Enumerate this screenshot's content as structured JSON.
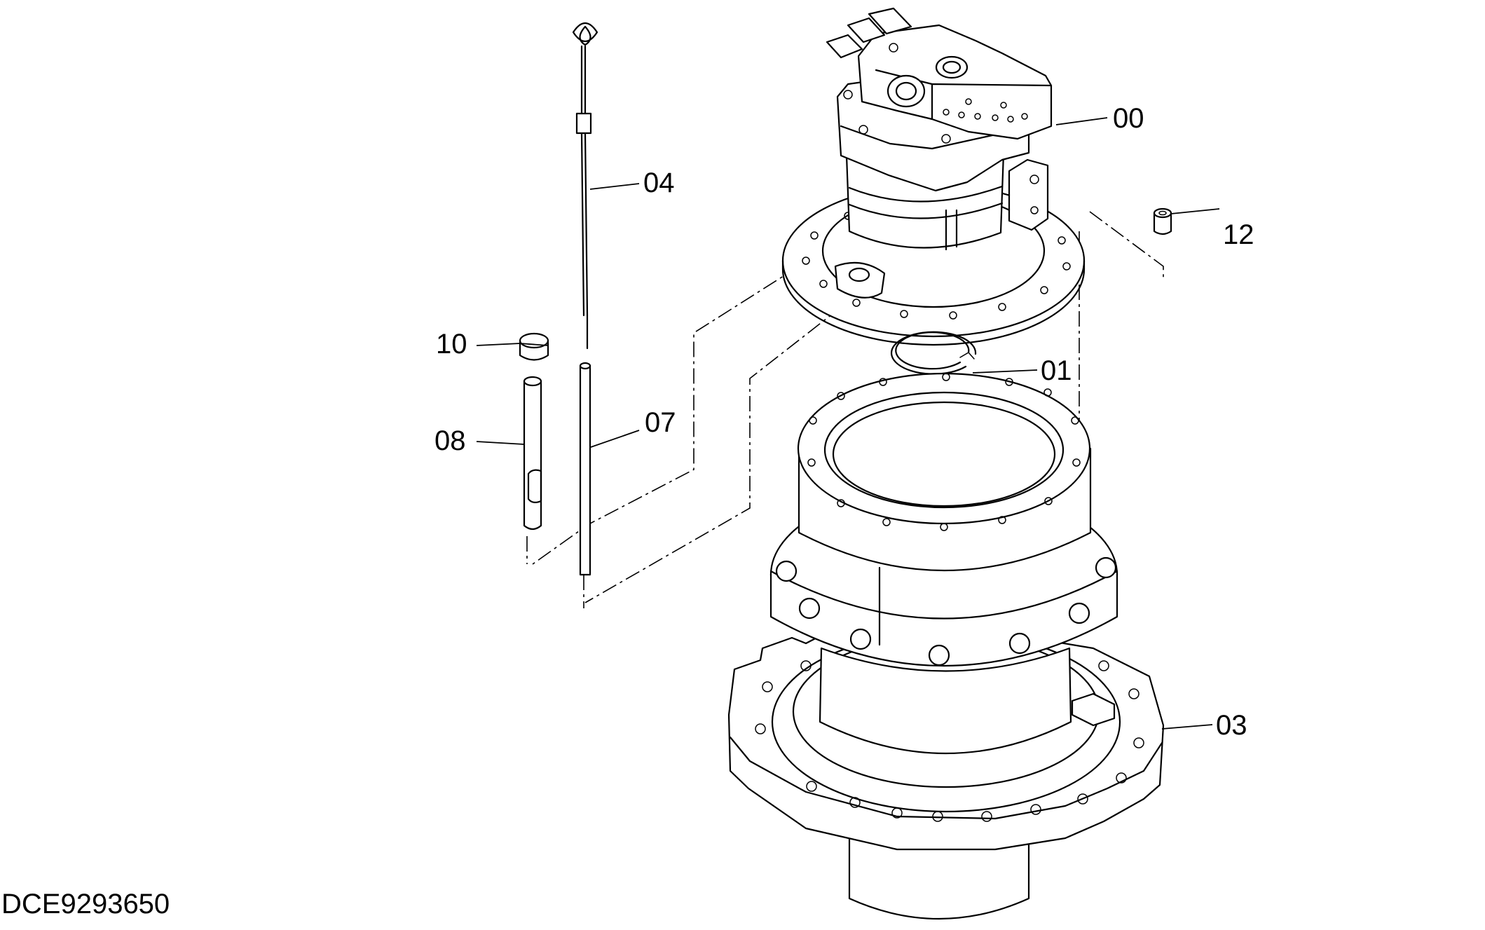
{
  "diagram": {
    "document_id": "DCE9293650",
    "callouts": [
      {
        "id": "00",
        "label": "00"
      },
      {
        "id": "01",
        "label": "01"
      },
      {
        "id": "03",
        "label": "03"
      },
      {
        "id": "04",
        "label": "04"
      },
      {
        "id": "07",
        "label": "07"
      },
      {
        "id": "08",
        "label": "08"
      },
      {
        "id": "10",
        "label": "10"
      },
      {
        "id": "12",
        "label": "12"
      }
    ]
  }
}
